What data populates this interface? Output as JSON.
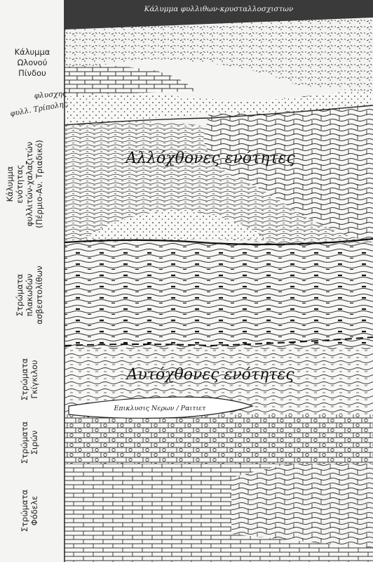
{
  "top_unit": {
    "label": "Κάλυμμα φυλλιθων-κρυσταλλοσχιστων"
  },
  "side_labels": {
    "pindos": [
      "Κάλυμμα",
      "Ωλονού",
      "Πίνδου"
    ],
    "flysch": "φλυσχης",
    "phyll_tripolis": "φυλλ. Τρίπολης",
    "phyllites": [
      "Κάλυμμα",
      "ενότητας",
      "φυλλιτών-χαλαζιτών",
      "(Πέρμιο-Αν. Τριαδικό)"
    ],
    "plakodes": [
      "Στρώματα",
      "πλακωδών",
      "ασβεστολίθων"
    ],
    "gigkilou": [
      "Στρώματα",
      "Γκίγκιλου"
    ],
    "sirou": [
      "Στρώματα",
      "Σιρών"
    ],
    "fodele": [
      "Στρώματα",
      "Φόδελε"
    ]
  },
  "titles": {
    "allochthonous": "Αλλόχθονες ενότητες",
    "autochthonous": "Αυτόχθονες ενότητες"
  },
  "lens_label": "Επικλυσις Νερων / Ραιτιετ",
  "colors": {
    "ink": "#222222",
    "top_band": "#3a3a3a",
    "paper": "#f4f4f2"
  }
}
